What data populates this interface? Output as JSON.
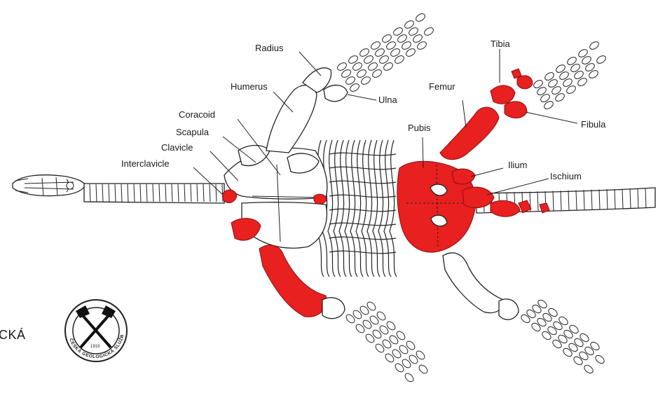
{
  "labels": {
    "radius": "Radius",
    "ulna": "Ulna",
    "humerus": "Humerus",
    "coracoid": "Coracoid",
    "scapula": "Scapula",
    "clavicle": "Clavicle",
    "interclavicle": "Interclavicle",
    "tibia": "Tibia",
    "femur": "Femur",
    "fibula": "Fibula",
    "pubis": "Pubis",
    "ilium": "Ilium",
    "ischium": "Ischium"
  },
  "logo": {
    "ring_text": "ČESKÁ GEOLOGICKÁ SLUŽBA",
    "year": "1919"
  },
  "cropped_text": "CKÁ",
  "colors": {
    "highlight": "#e8201f",
    "outline": "#222222",
    "background": "#ffffff"
  }
}
